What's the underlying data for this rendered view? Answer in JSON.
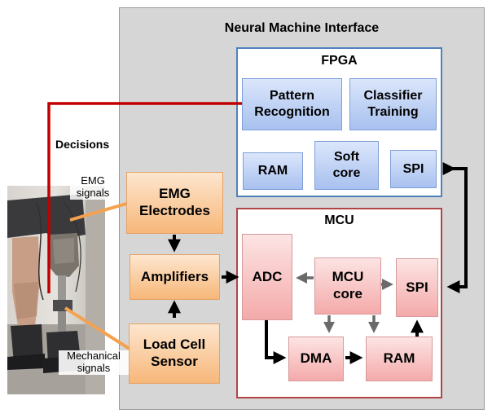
{
  "nmi": {
    "title": "Neural Machine Interface"
  },
  "fpga": {
    "title": "FPGA",
    "pattern_recognition": "Pattern\nRecognition",
    "classifier_training": "Classifier\nTraining",
    "ram": "RAM",
    "soft_core": "Soft\ncore",
    "spi": "SPI"
  },
  "mcu": {
    "title": "MCU",
    "adc": "ADC",
    "mcu_core": "MCU\ncore",
    "spi": "SPI",
    "dma": "DMA",
    "ram": "RAM"
  },
  "sensors": {
    "emg_electrodes": "EMG\nElectrodes",
    "amplifiers": "Amplifiers",
    "load_cell_sensor": "Load Cell\nSensor"
  },
  "labels": {
    "decisions": "Decisions",
    "emg_signals": "EMG\nsignals",
    "mechanical_signals": "Mechanical\nsignals"
  },
  "colors": {
    "decision_line": "#c00000",
    "fpga_border": "#4f81bd",
    "mcu_border": "#b04545",
    "callout": "#f4a24f"
  }
}
